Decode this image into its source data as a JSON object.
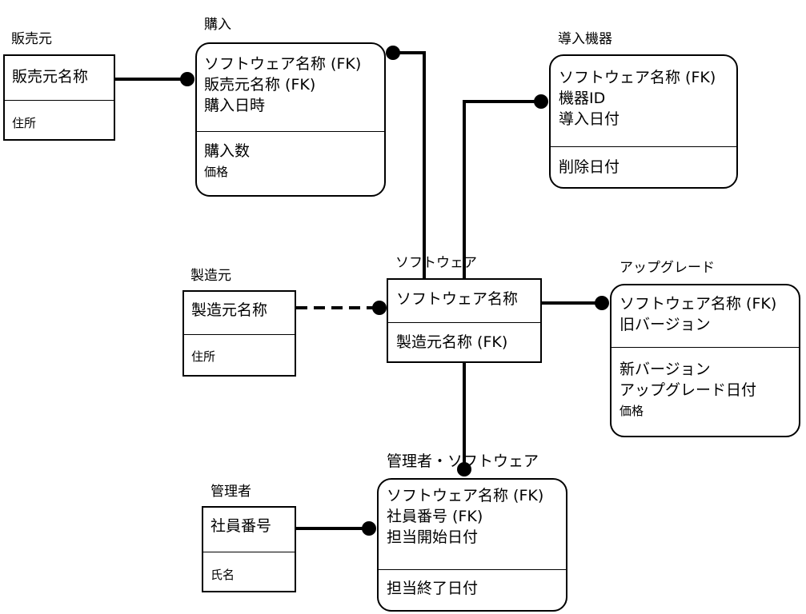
{
  "entities": {
    "hanbaimoto": {
      "title": "販売元",
      "keys": [
        "販売元名称"
      ],
      "attrs": [
        "住所"
      ]
    },
    "konyu": {
      "title": "購入",
      "keys": [
        "ソフトウェア名称 (FK)",
        "販売元名称 (FK)",
        "購入日時"
      ],
      "attrs": [
        "購入数",
        "価格"
      ]
    },
    "donyu_kiki": {
      "title": "導入機器",
      "keys": [
        "ソフトウェア名称 (FK)",
        "機器ID",
        "導入日付"
      ],
      "attrs": [
        "削除日付"
      ]
    },
    "seizomoto": {
      "title": "製造元",
      "keys": [
        "製造元名称"
      ],
      "attrs": [
        "住所"
      ]
    },
    "software": {
      "title": "ソフトウェア",
      "keys": [
        "ソフトウェア名称"
      ],
      "attrs": [
        "製造元名称 (FK)"
      ]
    },
    "upgrade": {
      "title": "アップグレード",
      "keys": [
        "ソフトウェア名称 (FK)",
        "旧バージョン"
      ],
      "attrs": [
        "新バージョン",
        "アップグレード日付",
        "価格"
      ]
    },
    "kanrisha": {
      "title": "管理者",
      "keys": [
        "社員番号"
      ],
      "attrs": [
        "氏名"
      ]
    },
    "kanrisha_software": {
      "title": "管理者・ソフトウェア",
      "keys": [
        "ソフトウェア名称 (FK)",
        "社員番号 (FK)",
        "担当開始日付"
      ],
      "attrs": [
        "担当終了日付"
      ]
    }
  }
}
